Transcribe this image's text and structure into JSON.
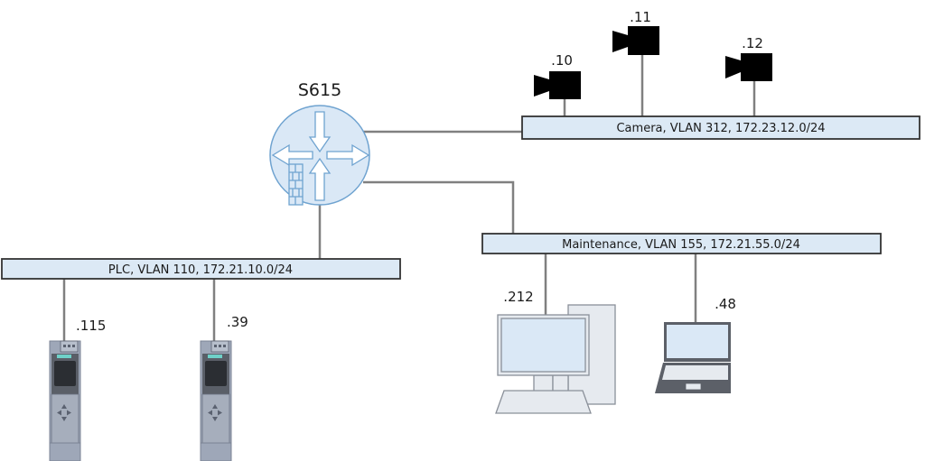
{
  "router": {
    "name": "S615",
    "type": "router-firewall"
  },
  "colors": {
    "bus_fill": "#dce9f5",
    "bus_stroke": "#333333",
    "link": "#808080",
    "router_fill": "#dae8f6",
    "router_stroke": "#6fa3d0",
    "device_gray": "#9ea7b8",
    "screen_fill": "#dae8f6"
  },
  "networks": [
    {
      "id": "camera",
      "label": "Camera, VLAN 312, 172.23.12.0/24"
    },
    {
      "id": "plc",
      "label": "PLC, VLAN 110, 172.21.10.0/24"
    },
    {
      "id": "maintenance",
      "label": "Maintenance, VLAN 155, 172.21.55.0/24"
    }
  ],
  "devices": {
    "cameras": [
      {
        "addr": ".10"
      },
      {
        "addr": ".11"
      },
      {
        "addr": ".12"
      }
    ],
    "plcs": [
      {
        "addr": ".115"
      },
      {
        "addr": ".39"
      }
    ],
    "desktop": {
      "addr": ".212"
    },
    "laptop": {
      "addr": ".48"
    }
  }
}
